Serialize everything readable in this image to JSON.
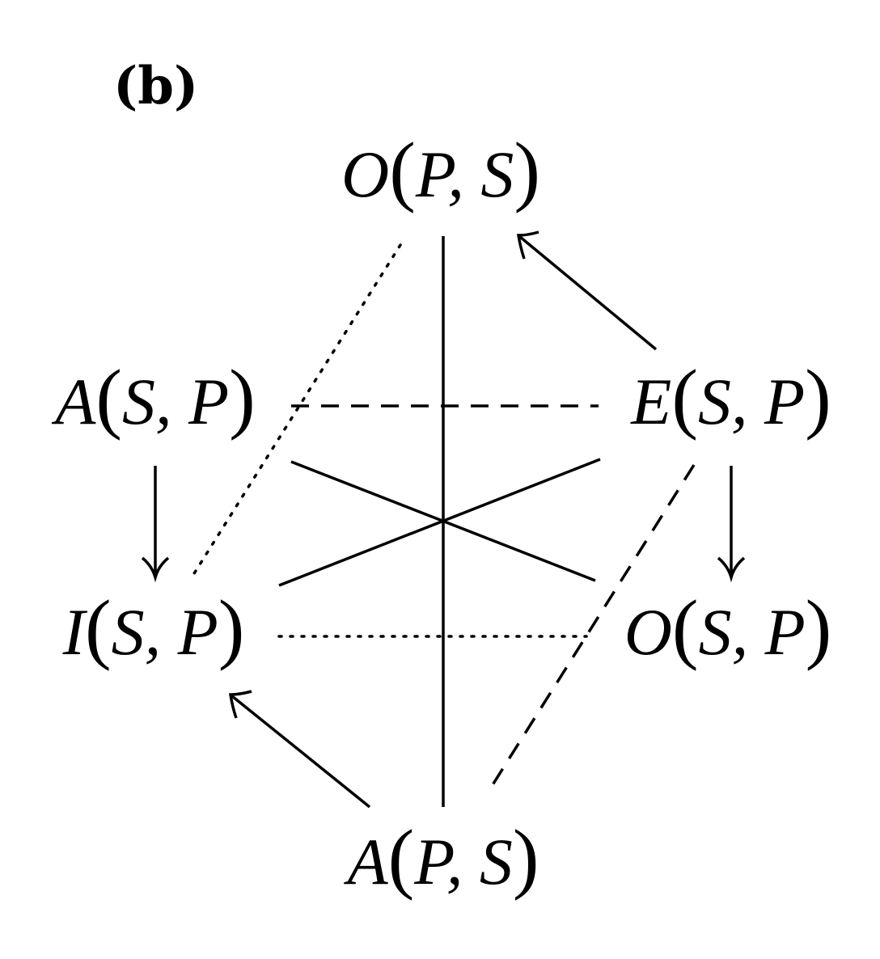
{
  "panel_label": "(b)",
  "nodes": {
    "top": "O(P,S)",
    "upper_left": "A(S,P)",
    "upper_right": "E(S,P)",
    "lower_left": "I(S,P)",
    "lower_right": "O(S,P)",
    "bottom": "A(P,S)"
  },
  "edges": [
    {
      "from": "top",
      "to": "bottom",
      "style": "solid"
    },
    {
      "from": "upper_left",
      "to": "upper_right",
      "style": "dashed"
    },
    {
      "from": "lower_left",
      "to": "lower_right",
      "style": "dotted"
    },
    {
      "from": "upper_left",
      "to": "lower_right",
      "style": "solid"
    },
    {
      "from": "upper_right",
      "to": "lower_left",
      "style": "solid"
    },
    {
      "from": "upper_left",
      "to": "lower_left",
      "style": "arrow"
    },
    {
      "from": "upper_right",
      "to": "lower_right",
      "style": "arrow"
    },
    {
      "from": "upper_right",
      "to": "top",
      "style": "arrow"
    },
    {
      "from": "bottom",
      "to": "lower_left",
      "style": "arrow"
    },
    {
      "from": "top",
      "to": "lower_left",
      "style": "dotted"
    },
    {
      "from": "upper_right",
      "to": "bottom",
      "style": "dashed"
    }
  ]
}
